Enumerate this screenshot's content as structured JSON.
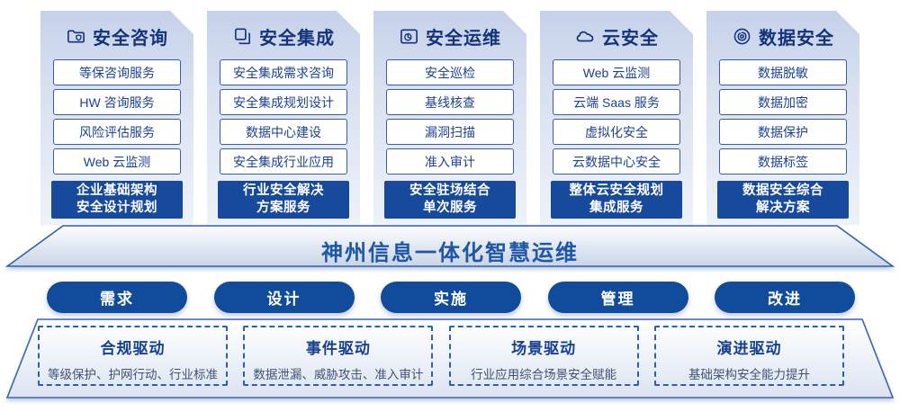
{
  "banner": {
    "title": "神州信息一体化智慧运维"
  },
  "columns": [
    {
      "title": "安全咨询",
      "icon": "folder-shield-icon",
      "items": [
        "等保咨询服务",
        "HW 咨询服务",
        "风险评估服务",
        "Web 云监测"
      ],
      "highlight": [
        "企业基础架构",
        "安全设计规划"
      ]
    },
    {
      "title": "安全集成",
      "icon": "documents-icon",
      "items": [
        "安全集成需求咨询",
        "安全集成规划设计",
        "数据中心建设",
        "安全集成行业应用"
      ],
      "highlight": [
        "行业安全解决",
        "方案服务"
      ]
    },
    {
      "title": "安全运维",
      "icon": "folder-clock-icon",
      "items": [
        "安全巡检",
        "基线核查",
        "漏洞扫描",
        "准入审计"
      ],
      "highlight": [
        "安全驻场结合",
        "单次服务"
      ]
    },
    {
      "title": "云安全",
      "icon": "cloud-icon",
      "items": [
        "Web 云监测",
        "云端 Saas 服务",
        "虚拟化安全",
        "云数据中心安全"
      ],
      "highlight": [
        "整体云安全规划",
        "集成服务"
      ]
    },
    {
      "title": "数据安全",
      "icon": "fingerprint-icon",
      "items": [
        "数据脱敏",
        "数据加密",
        "数据保护",
        "数据标签"
      ],
      "highlight": [
        "数据安全综合",
        "解决方案"
      ]
    }
  ],
  "process_pills": [
    "需求",
    "设计",
    "实施",
    "管理",
    "改进"
  ],
  "drivers": [
    {
      "title": "合规驱动",
      "desc": "等级保护、护网行动、行业标准"
    },
    {
      "title": "事件驱动",
      "desc": "数据泄漏、威胁攻击、准入审计"
    },
    {
      "title": "场景驱动",
      "desc": "行业应用综合场景安全赋能"
    },
    {
      "title": "演进驱动",
      "desc": "基础架构安全能力提升"
    }
  ],
  "colors": {
    "primary_dark": "#14337b",
    "solid_blue": "#17499c",
    "pill_blue": "#114c9c",
    "border_blue": "#3a5ba8",
    "banner_text": "#1e56a8"
  }
}
